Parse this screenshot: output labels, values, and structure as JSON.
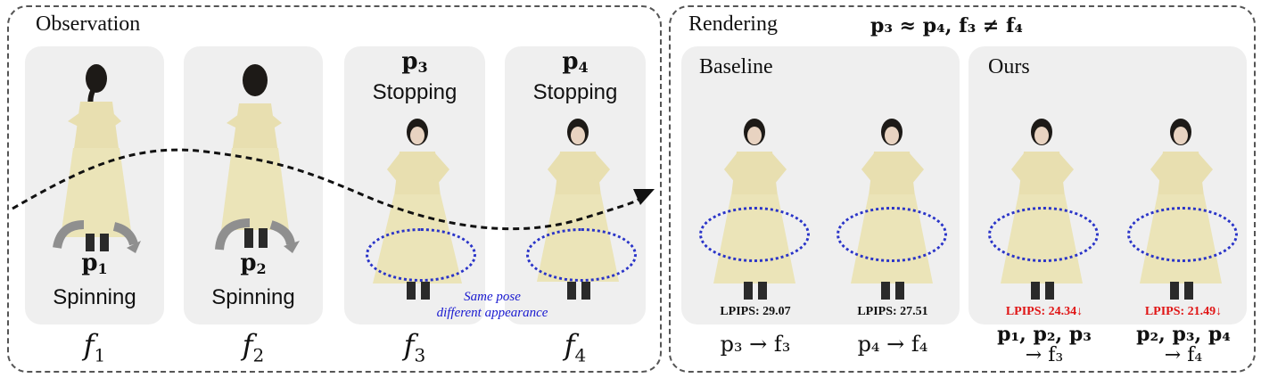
{
  "observation": {
    "title": "Observation",
    "frames": [
      {
        "pose": "p",
        "pose_sub": "1",
        "state": "Spinning",
        "frame_label": "f",
        "frame_sub": "1"
      },
      {
        "pose": "p",
        "pose_sub": "2",
        "state": "Spinning",
        "frame_label": "f",
        "frame_sub": "2"
      },
      {
        "pose": "p",
        "pose_sub": "3",
        "state": "Stopping",
        "frame_label": "f",
        "frame_sub": "3"
      },
      {
        "pose": "p",
        "pose_sub": "4",
        "state": "Stopping",
        "frame_label": "f",
        "frame_sub": "4"
      }
    ],
    "note_line1": "Same pose",
    "note_line2": "different appearance"
  },
  "rendering": {
    "title": "Rendering",
    "equation": "p₃ ≈ p₄, f₃ ≠ f₄",
    "baseline": {
      "title": "Baseline",
      "items": [
        {
          "lpips": "LPIPS: 29.07",
          "mapping": "p₃ → f₃"
        },
        {
          "lpips": "LPIPS: 27.51",
          "mapping": "p₄ → f₄"
        }
      ]
    },
    "ours": {
      "title": "Ours",
      "items": [
        {
          "lpips": "LPIPS: 24.34↓",
          "mapping_line1": "p₁, p₂, p₃",
          "mapping_line2": "→ f₃"
        },
        {
          "lpips": "LPIPS: 21.49↓",
          "mapping_line1": "p₂, p₃, p₄",
          "mapping_line2": "→ f₄"
        }
      ]
    }
  },
  "colors": {
    "lpips_improved": "#e01515",
    "ellipse": "#2a34c8",
    "note": "#1a1ad0",
    "dress": "#ebe4b8"
  }
}
